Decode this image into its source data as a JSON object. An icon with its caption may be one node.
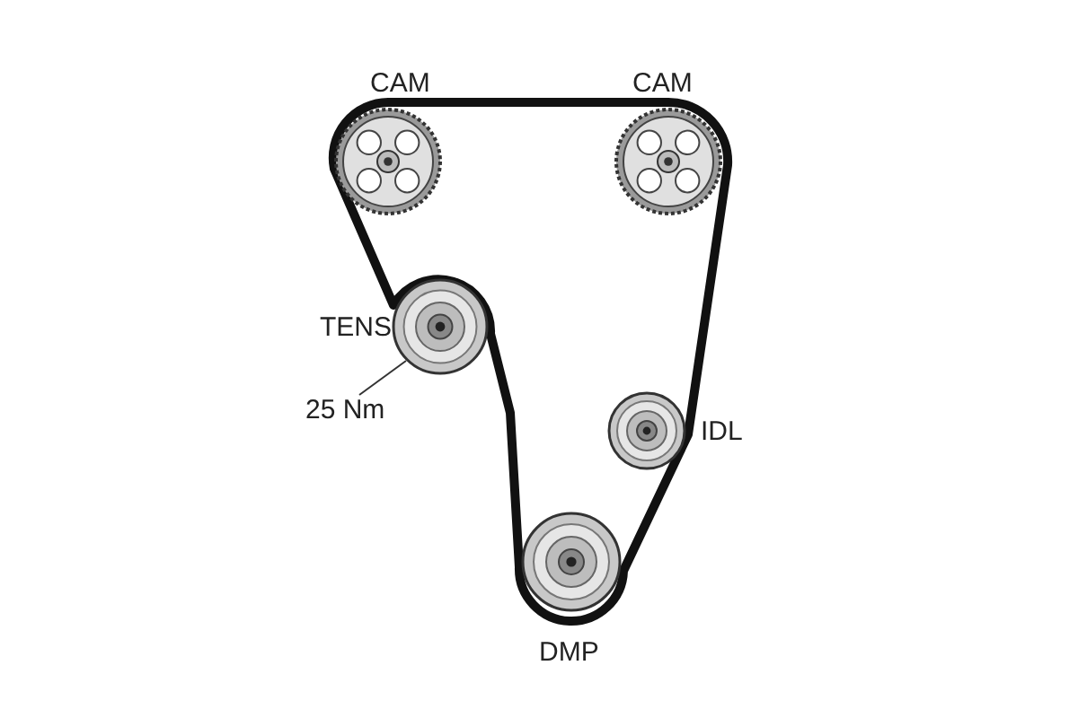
{
  "diagram": {
    "nodes": [
      {
        "text": [],
        "shape": "picture",
        "beside": [
          "CAM"
        ]
      },
      {
        "text": [],
        "shape": "picture",
        "beside": [
          "CAM"
        ]
      },
      {
        "text": [],
        "shape": "picture",
        "beside": [
          "TENS"
        ]
      },
      {
        "text": [],
        "shape": "picture",
        "beside": [
          "IDL"
        ]
      },
      {
        "text": [],
        "shape": "picture",
        "beside": [
          "DMP"
        ]
      },
      {
        "text": [
          "25 Nm"
        ]
      }
    ],
    "edges": [
      {
        "from": 5,
        "to": 2,
        "arrow": "none"
      }
    ]
  }
}
